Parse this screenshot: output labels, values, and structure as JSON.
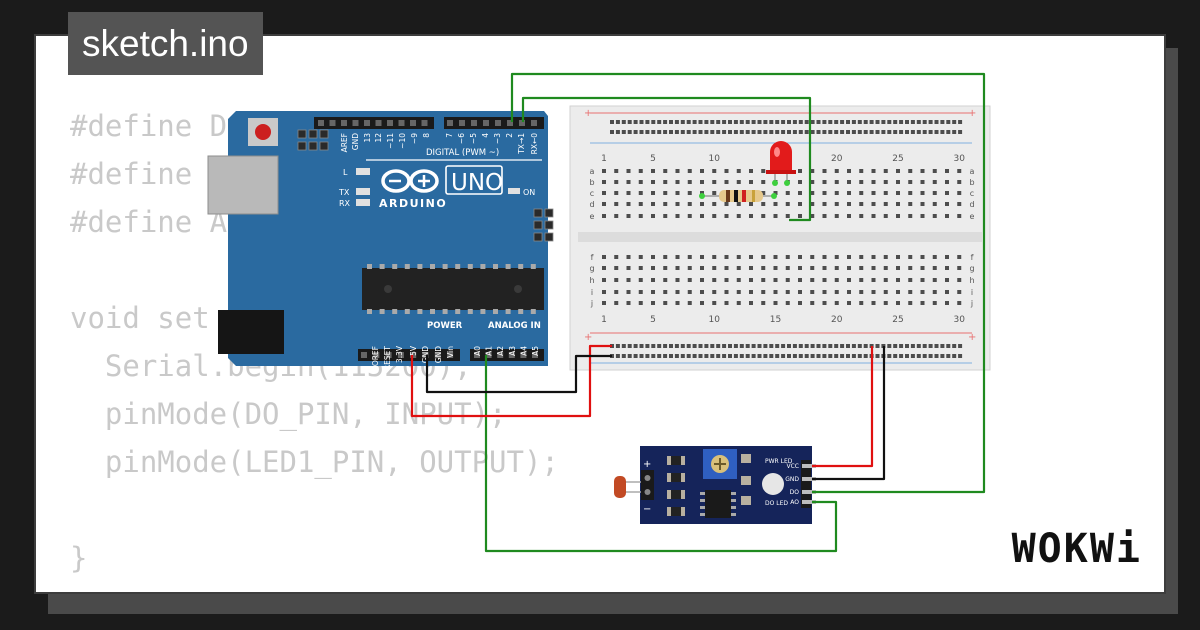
{
  "title": "sketch.ino",
  "code_lines": [
    "#define D",
    "#define",
    "#define A",
    "",
    "void set",
    "  Serial.begin(115200);",
    "  pinMode(DO_PIN, INPUT);",
    "  pinMode(LED1_PIN, OUTPUT);",
    "",
    "}"
  ],
  "logo": "WOKWi",
  "arduino": {
    "brand": "ARDUINO",
    "model": "UNO",
    "digital_label": "DIGITAL (PWM ~)",
    "power_label": "POWER",
    "analog_label": "ANALOG IN",
    "on_label": "ON",
    "l_label": "L",
    "tx_label": "TX",
    "rx_label": "RX",
    "digital_pins": [
      "AREF",
      "GND",
      "13",
      "12",
      "~11",
      "~10",
      "~9",
      "8",
      "7",
      "~6",
      "~5",
      "4",
      "~3",
      "2",
      "TX→1",
      "RX←0"
    ],
    "power_pins": [
      "IOREF",
      "RESET",
      "3.3V",
      "5V",
      "GND",
      "GND",
      "Vin"
    ],
    "analog_pins": [
      "A0",
      "A1",
      "A2",
      "A3",
      "A4",
      "A5"
    ]
  },
  "breadboard": {
    "col_numbers": [
      "1",
      "5",
      "10",
      "15",
      "20",
      "25",
      "30"
    ],
    "rows_top": [
      "a",
      "b",
      "c",
      "d",
      "e"
    ],
    "rows_bottom": [
      "f",
      "g",
      "h",
      "i",
      "j"
    ]
  },
  "sensor": {
    "pins": [
      "VCC",
      "GND",
      "DO",
      "AO"
    ],
    "pwr_led": "PWR LED",
    "do_led": "DO LED",
    "plus": "+",
    "minus": "−"
  },
  "colors": {
    "board": "#2a6aa0",
    "wire_green": "#1f8a1f",
    "wire_red": "#e01010",
    "wire_black": "#111111",
    "module": "#15245a"
  }
}
